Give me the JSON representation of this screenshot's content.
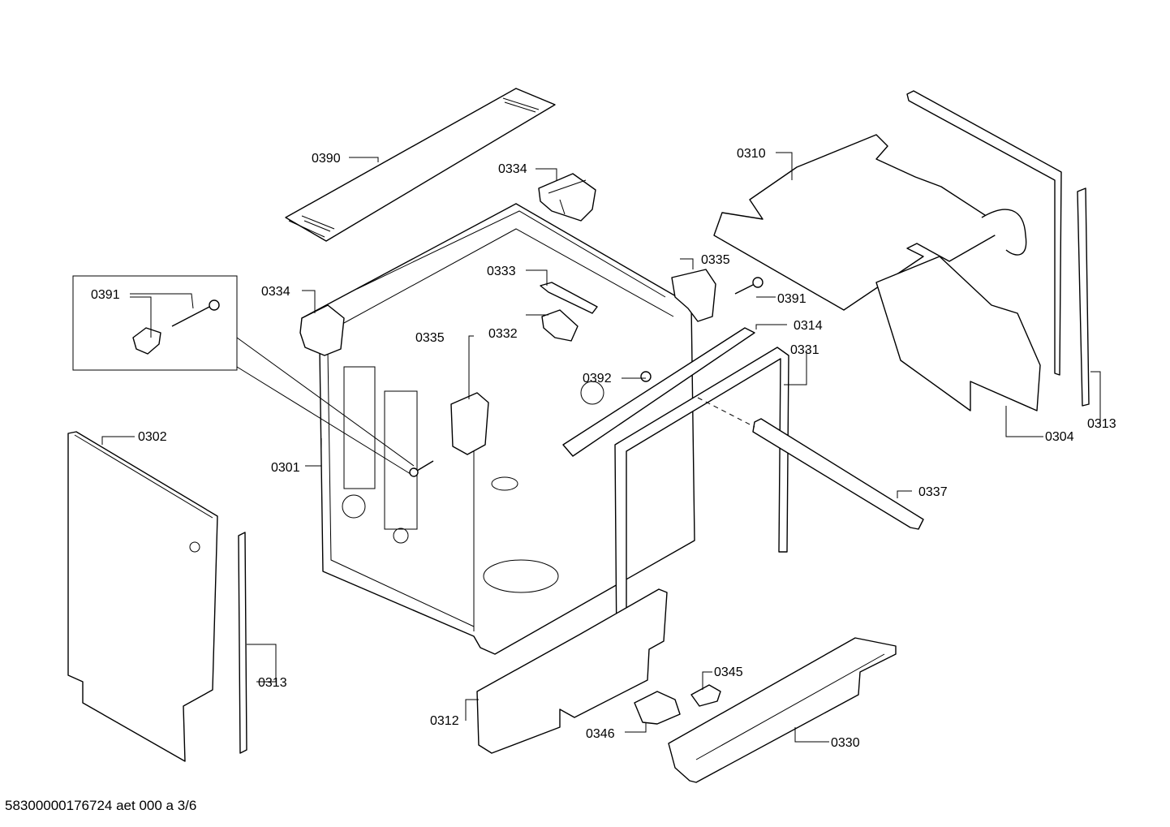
{
  "labels": {
    "l0390": "0390",
    "l0334a": "0334",
    "l0334b": "0334",
    "l0310": "0310",
    "l0391a": "0391",
    "l0391b": "0391",
    "l0333": "0333",
    "l0335a": "0335",
    "l0335b": "0335",
    "l0332": "0332",
    "l0314": "0314",
    "l0331": "0331",
    "l0392": "0392",
    "l0302": "0302",
    "l0301": "0301",
    "l0304": "0304",
    "l0313a": "0313",
    "l0313b": "0313",
    "l0337": "0337",
    "l0345": "0345",
    "l0312": "0312",
    "l0346": "0346",
    "l0330": "0330"
  },
  "footer": "58300000176724 aet 000 a 3/6"
}
